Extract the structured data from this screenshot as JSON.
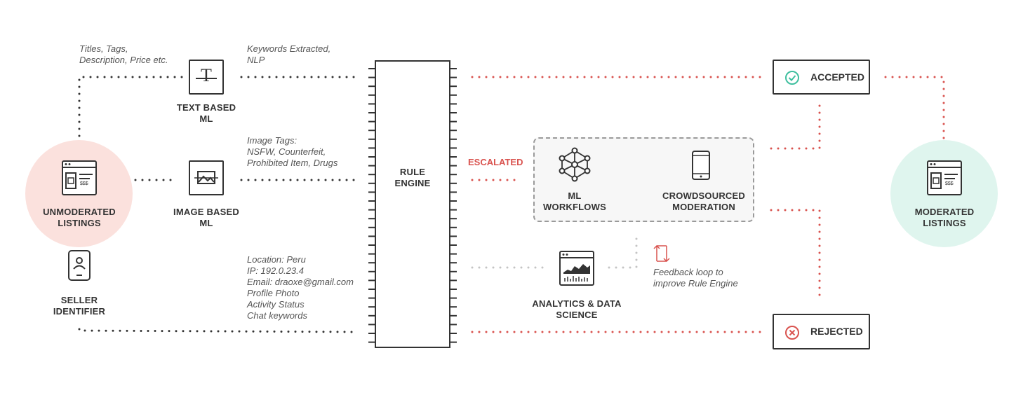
{
  "nodes": {
    "unmoderated": {
      "label_line1": "UNMODERATED",
      "label_line2": "LISTINGS",
      "price_tag": "$$$"
    },
    "moderated": {
      "label_line1": "MODERATED",
      "label_line2": "LISTINGS",
      "price_tag": "$$$"
    },
    "seller": {
      "label_line1": "SELLER",
      "label_line2": "IDENTIFIER"
    },
    "text_ml": {
      "label_line1": "TEXT BASED",
      "label_line2": "ML",
      "glyph": "T"
    },
    "image_ml": {
      "label_line1": "IMAGE BASED",
      "label_line2": "ML"
    },
    "rule_engine": {
      "label_line1": "RULE",
      "label_line2": "ENGINE"
    },
    "ml_workflows": {
      "label_line1": "ML",
      "label_line2": "WORKFLOWS"
    },
    "crowdsourced": {
      "label_line1": "CROWDSOURCED",
      "label_line2": "MODERATION"
    },
    "analytics": {
      "label_line1": "ANALYTICS & DATA",
      "label_line2": "SCIENCE"
    },
    "accepted": {
      "label": "ACCEPTED"
    },
    "rejected": {
      "label": "REJECTED"
    }
  },
  "annotations": {
    "text_inputs": [
      "Titles, Tags,",
      "Description, Price etc."
    ],
    "keywords": [
      "Keywords Extracted,",
      "NLP"
    ],
    "image_tags": [
      "Image Tags:",
      "NSFW, Counterfeit,",
      "Prohibited Item, Drugs"
    ],
    "seller_info": [
      "Location: Peru",
      "IP: 192.0.23.4",
      "Email: draoxe@gmail.com",
      "Profile Photo",
      "Activity Status",
      "Chat keywords"
    ],
    "escalated": "ESCALATED",
    "feedback": [
      "Feedback loop to",
      "improve Rule Engine"
    ]
  },
  "colors": {
    "dark": "#333333",
    "red": "#d9534f",
    "grey_dots": "#c4c4c4",
    "pink_circle": "#fbe1dd",
    "mint_circle": "#dff5ee",
    "accepted_check": "#3fbf9f",
    "rejected_x": "#d9534f"
  },
  "icons": {
    "listing": "listing-window-icon",
    "text": "text-document-icon",
    "image": "image-document-icon",
    "phone": "smartphone-icon",
    "network": "neural-network-icon",
    "analytics": "analytics-chart-icon",
    "check": "check-circle-icon",
    "cross": "x-circle-icon",
    "feedback": "feedback-loop-icon"
  }
}
